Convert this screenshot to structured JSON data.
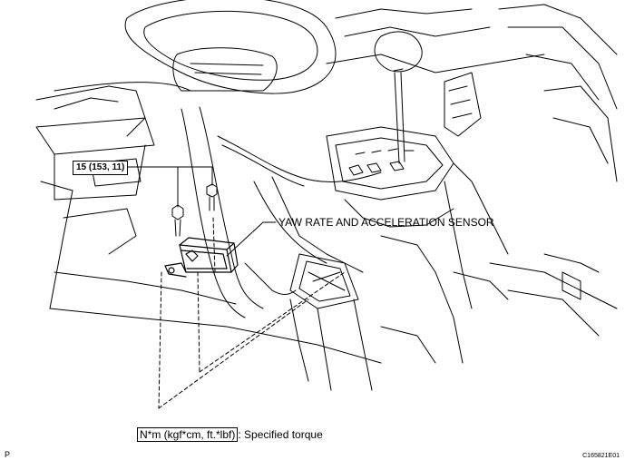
{
  "diagram": {
    "torque_spec": "15 (153, 11)",
    "callout_label": "YAW RATE AND ACCELERATION SENSOR",
    "legend": {
      "boxed_text": "N*m (kgf*cm, ft.*lbf)",
      "description": ": Specified torque"
    },
    "page_marker": "P",
    "figure_code": "C165821E01"
  }
}
